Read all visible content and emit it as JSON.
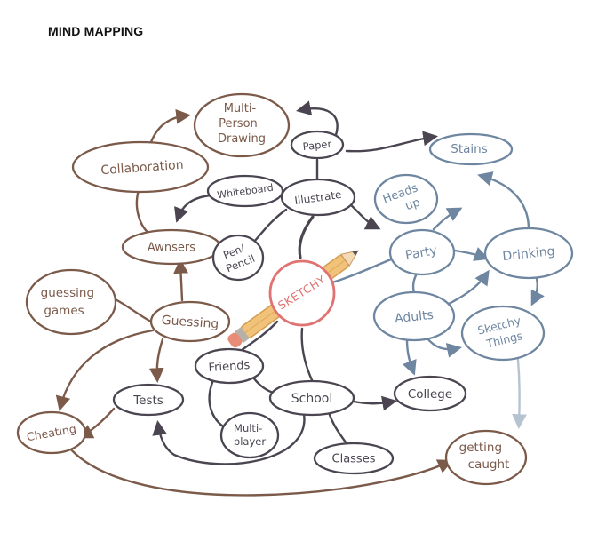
{
  "header": {
    "title": "MIND MAPPING"
  },
  "colors": {
    "brown": "#7b5a4a",
    "dark": "#4a4550",
    "blue": "#6e86a0",
    "center": "#e07272",
    "pencil_body": "#f0c27a",
    "pencil_eraser": "#e88c78"
  },
  "nodes": {
    "center": "SKETCHY",
    "multi_person_drawing": [
      "Multi-",
      "Person",
      "Drawing"
    ],
    "collaboration": "Collaboration",
    "awnsers": "Awnsers",
    "whiteboard": "Whiteboard",
    "paper": "Paper",
    "illustrate": "Illustrate",
    "pen_pencil": [
      "Pen/",
      "Pencil"
    ],
    "guessing_games": [
      "guessing",
      "games"
    ],
    "guessing": "Guessing",
    "tests": "Tests",
    "cheating": "Cheating",
    "friends": "Friends",
    "multiplayer": [
      "Multi-",
      "player"
    ],
    "school": "School",
    "classes": "Classes",
    "college": "College",
    "stains": "Stains",
    "heads_up": [
      "Heads",
      "up"
    ],
    "party": "Party",
    "drinking": "Drinking",
    "adults": "Adults",
    "sketchy_things": [
      "Sketchy",
      "Things"
    ],
    "getting_caught": [
      "getting",
      "caught"
    ]
  }
}
